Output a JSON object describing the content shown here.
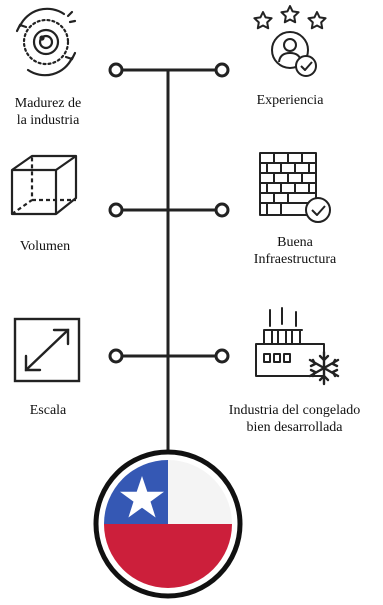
{
  "factors_left": [
    {
      "label_line1": "Madurez de",
      "label_line2": "la industria",
      "icon": "maturity-cycle-icon"
    },
    {
      "label": "Volumen",
      "icon": "cube-icon"
    },
    {
      "label": "Escala",
      "icon": "scale-arrows-icon"
    }
  ],
  "factors_right": [
    {
      "label": "Experiencia",
      "icon": "rated-user-icon"
    },
    {
      "label_line1": "Buena",
      "label_line2": "Infraestructura",
      "icon": "brick-wall-check-icon"
    },
    {
      "label_line1": "Industria del congelado",
      "label_line2": "bien desarrollada",
      "icon": "frozen-factory-icon"
    }
  ],
  "flag": {
    "name": "chile-flag-icon",
    "colors": {
      "blue": "#3558b4",
      "red": "#cc1f3b",
      "white": "#f4f4f4",
      "ring": "#111111"
    }
  }
}
